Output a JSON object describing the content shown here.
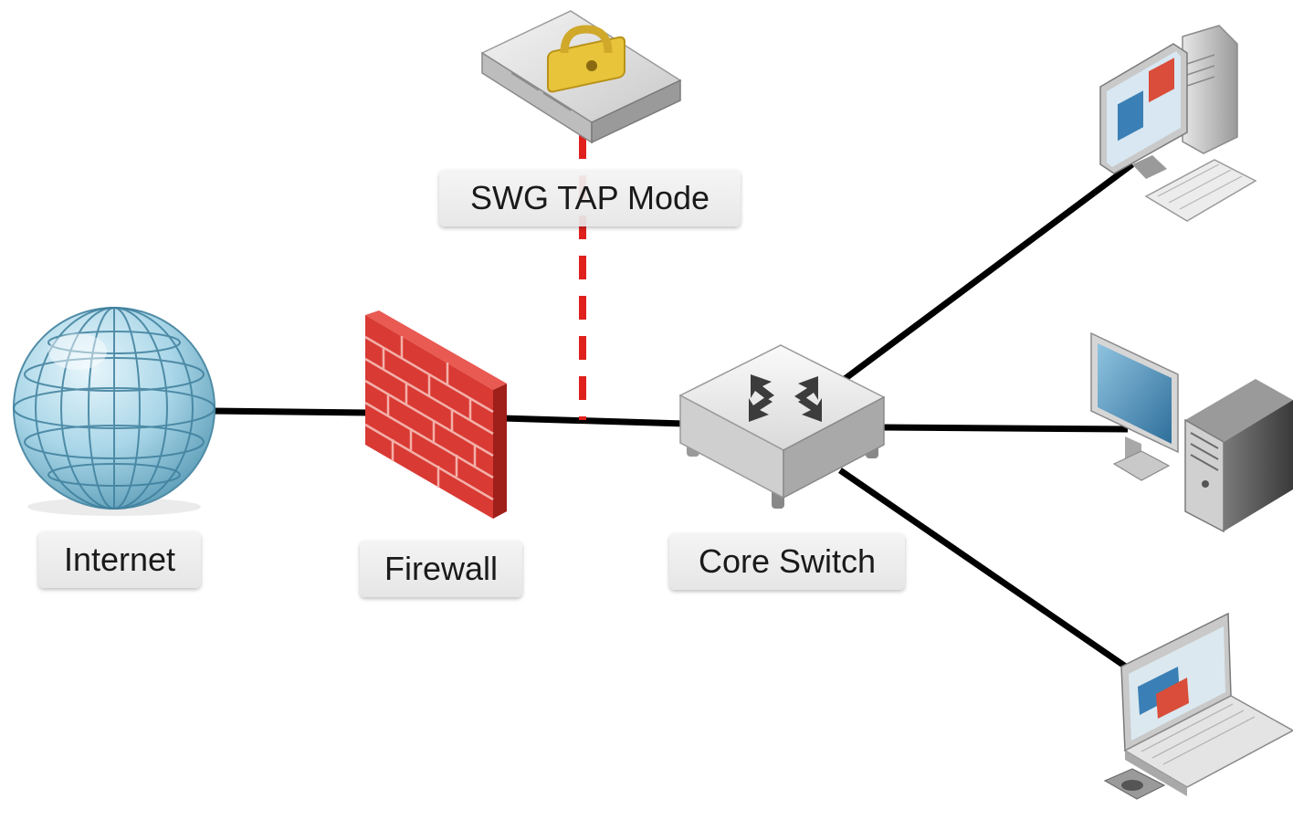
{
  "nodes": {
    "internet": {
      "label": "Internet",
      "icon": "globe-icon"
    },
    "firewall": {
      "label": "Firewall",
      "icon": "brick-wall-icon"
    },
    "core_switch": {
      "label": "Core Switch",
      "icon": "switch-icon"
    },
    "swg": {
      "label": "SWG TAP Mode",
      "icon": "locked-appliance-icon"
    },
    "desktop_1": {
      "icon": "desktop-computer-icon"
    },
    "desktop_2": {
      "icon": "desktop-computer-icon"
    },
    "laptop": {
      "icon": "laptop-icon"
    }
  },
  "links": [
    {
      "from": "internet",
      "to": "firewall",
      "style": "solid"
    },
    {
      "from": "firewall",
      "to": "core_switch",
      "style": "solid"
    },
    {
      "from": "swg",
      "to": "firewall-core-switch-link",
      "style": "dashed",
      "color": "#e0201c"
    },
    {
      "from": "core_switch",
      "to": "desktop_1",
      "style": "solid"
    },
    {
      "from": "core_switch",
      "to": "desktop_2",
      "style": "solid"
    },
    {
      "from": "core_switch",
      "to": "laptop",
      "style": "solid"
    }
  ],
  "colors": {
    "link": "#000000",
    "tap_link": "#e0201c",
    "firewall": "#d93a34",
    "globe": "#a9d6e8",
    "lock": "#e8c43a"
  }
}
